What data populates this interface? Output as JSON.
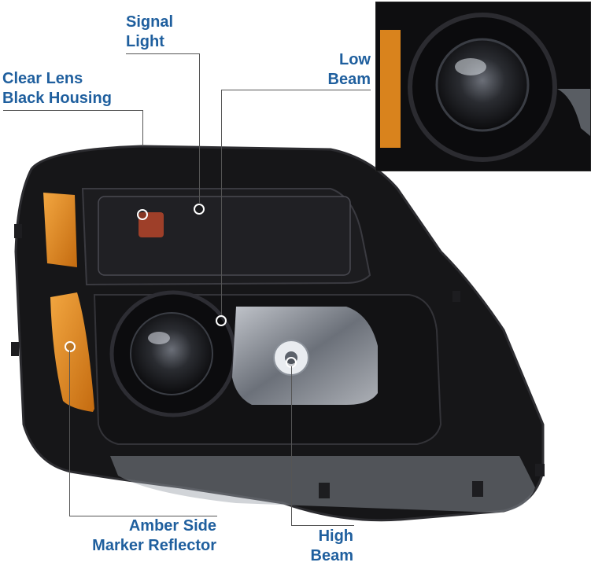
{
  "labels": {
    "signal_light": "Signal\nLight",
    "clear_lens": "Clear Lens\nBlack Housing",
    "low_beam": "Low\nBeam",
    "amber_side": "Amber Side\nMarker Reflector",
    "high_beam": "High\nBeam"
  },
  "colors": {
    "label_text": "#1f5f9e",
    "housing": "#151517",
    "amber": "#e0861c"
  }
}
